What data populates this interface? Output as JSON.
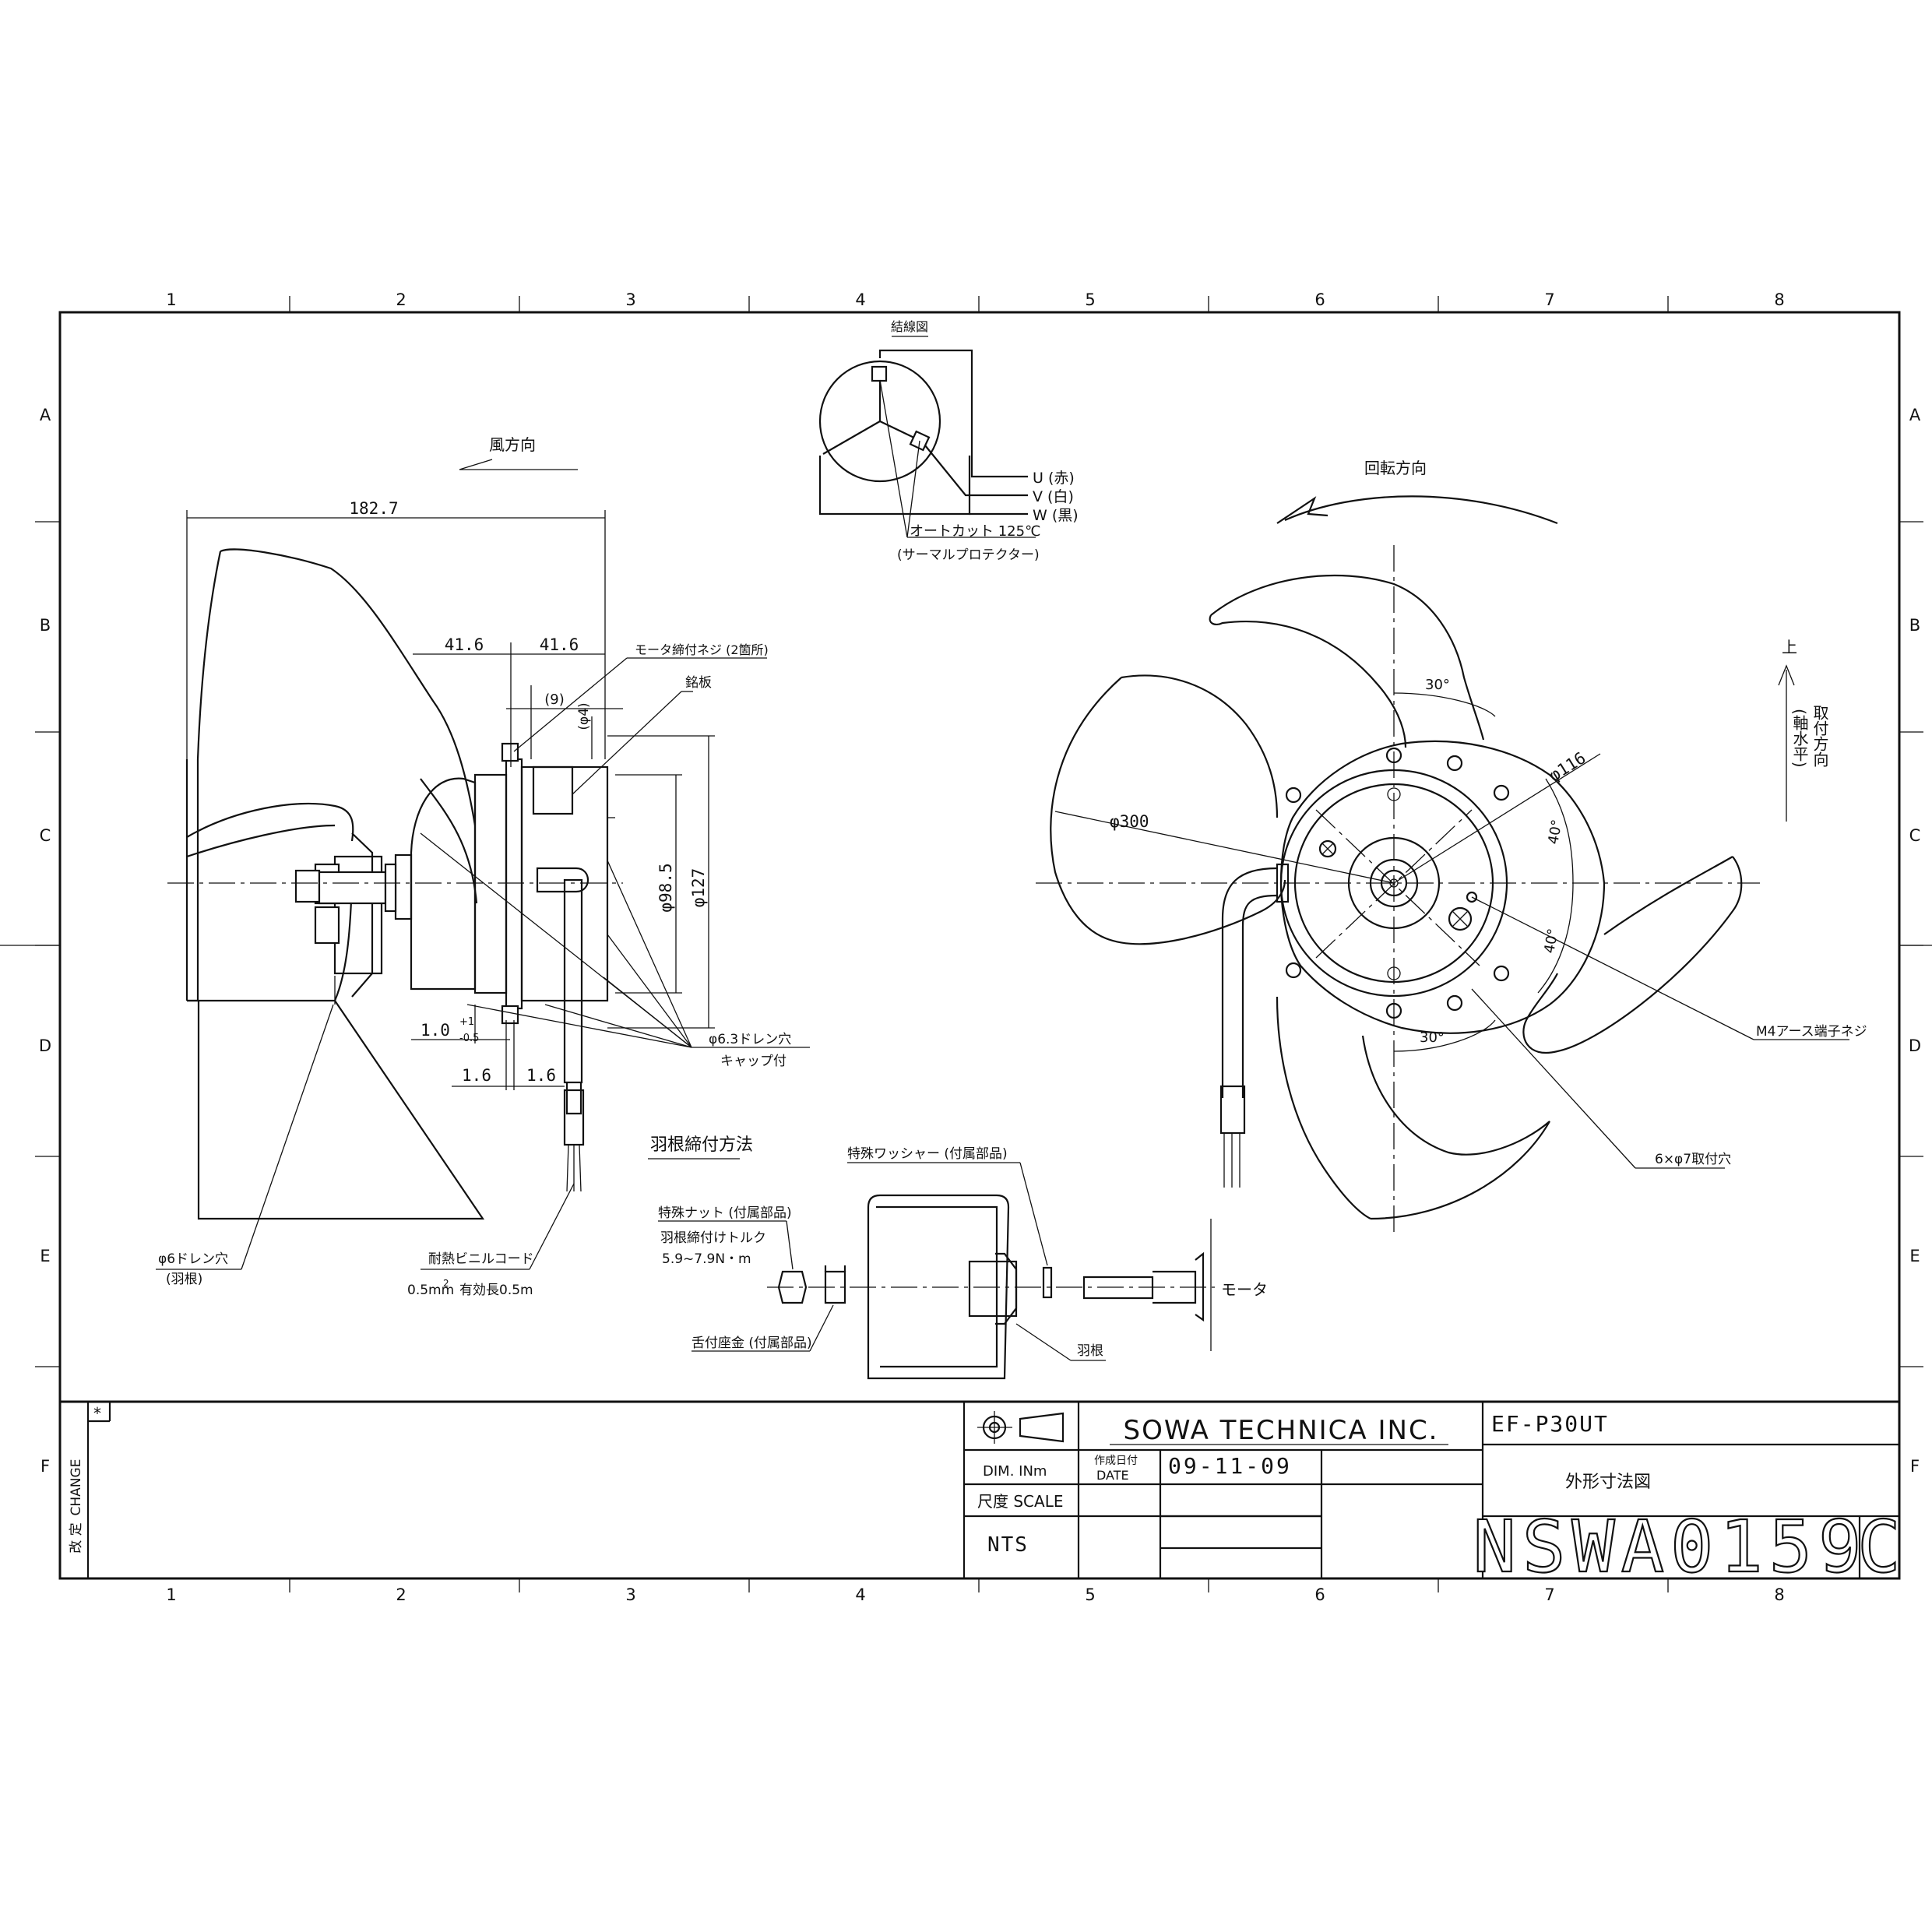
{
  "grid": {
    "columns": [
      "1",
      "2",
      "3",
      "4",
      "5",
      "6",
      "7",
      "8"
    ],
    "rows": [
      "A",
      "B",
      "C",
      "D",
      "E",
      "F"
    ]
  },
  "wiring": {
    "title": "結線図",
    "u": "U (赤)",
    "v": "V (白)",
    "w": "W (黒)",
    "autocut": "オートカット 125℃",
    "protector": "(サーマルプロテクター)"
  },
  "side_view": {
    "wind_direction": "風方向",
    "dim_length": "182.7",
    "dim_a": "41.6",
    "dim_b": "41.6",
    "dim_9": "(9)",
    "dim_phi4": "(φ4)",
    "motor_screw": "モータ締付ネジ (2箇所)",
    "nameplate": "銘板",
    "dim_phi98": "φ98.5",
    "dim_phi127": "φ127",
    "tol_base": "1.0",
    "tol_plus": "+1",
    "tol_minus": "-0.5",
    "dim_c": "1.6",
    "dim_d": "1.6",
    "drain_motor_1": "φ6.3ドレン穴",
    "drain_motor_2": "キャップ付",
    "drain_blade_1": "φ6ドレン穴",
    "drain_blade_2": "(羽根)",
    "cord_1": "耐熱ビニルコード",
    "cord_2": "0.5mm",
    "cord_sup": "2",
    "cord_3": "有効長0.5m"
  },
  "front_view": {
    "rotation": "回転方向",
    "up": "上",
    "mounting": "取付方向",
    "shaft": "(軸水平)",
    "dia300": "φ300",
    "dia116": "φ116",
    "ang1": "30°",
    "ang2": "40°",
    "ang3": "40°",
    "ang4": "30°",
    "earth_screw": "M4アース端子ネジ",
    "holes": "6×φ7取付穴"
  },
  "assembly": {
    "title": "羽根締付方法",
    "washer": "特殊ワッシャー (付属部品)",
    "nut": "特殊ナット (付属部品)",
    "torque_1": "羽根締付けトルク",
    "torque_2": "5.9~7.9N・m",
    "seat": "舌付座金 (付属部品)",
    "blade": "羽根",
    "motor": "モータ"
  },
  "title_block": {
    "mark": "*",
    "change": "CHANGE",
    "kaitei": "改 定",
    "company": "SOWA TECHNICA INC.",
    "model": "EF-P30UT",
    "dim_unit": "DIM. INm",
    "date_label_jp": "作成日付",
    "date_label_en": "DATE",
    "date": "09-11-09",
    "scale_label": "尺度 SCALE",
    "scale": "NTS",
    "drawing_title": "外形寸法図",
    "drawing_number": "NSWA0159",
    "revision": "C"
  }
}
